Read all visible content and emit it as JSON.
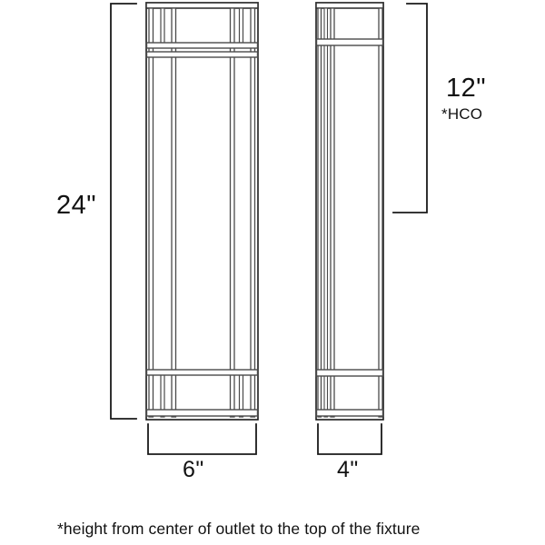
{
  "document": {
    "type": "product-dimension-drawing",
    "subject": "wall sconce light fixture",
    "views": [
      "front elevation",
      "side elevation"
    ]
  },
  "dimensions": {
    "height": {
      "label": "24\"",
      "value": 24,
      "unit": "inch",
      "applies_to": "front-view-fixture",
      "orientation": "vertical",
      "side": "left"
    },
    "mounting_height": {
      "label": "12\"",
      "value": 12,
      "unit": "inch",
      "note": "*HCO",
      "applies_to": "side-view-fixture",
      "orientation": "vertical",
      "side": "right"
    },
    "width_front": {
      "label": "6\"",
      "value": 6,
      "unit": "inch",
      "applies_to": "front-view-fixture",
      "orientation": "horizontal"
    },
    "width_side": {
      "label": "4\"",
      "value": 4,
      "unit": "inch",
      "applies_to": "side-view-fixture",
      "orientation": "horizontal"
    }
  },
  "footnote": {
    "text": "*height from center of outlet to the top of the fixture"
  },
  "colors": {
    "line": "#1a1a1a",
    "bar_fill": "#ffffff",
    "bar_stroke": "#555555",
    "background": "#ffffff",
    "text": "#111111"
  }
}
